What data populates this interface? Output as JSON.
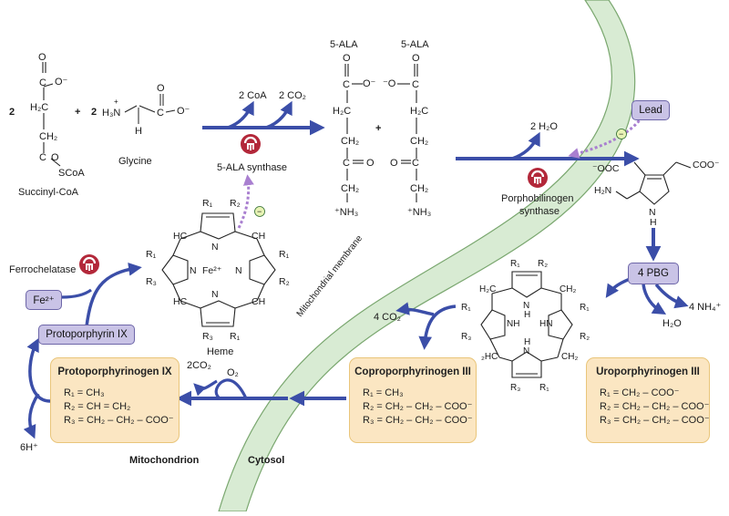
{
  "reactants": {
    "coef_succ": "2",
    "plus1": "+",
    "coef_gly": "2",
    "succinyl_coa": "Succinyl-CoA",
    "glycine": "Glycine"
  },
  "ala_step": {
    "co2": "2 CO₂",
    "coa": "2 CoA",
    "enzyme": "5-ALA synthase"
  },
  "ala_products": {
    "ala1": "5-ALA",
    "ala2": "5-ALA",
    "plus": "+"
  },
  "pbg_step": {
    "water": "2 H₂O",
    "lead": "Lead",
    "enzyme_l1": "Porphobilinogen",
    "enzyme_l2": "synthase"
  },
  "pbg": {
    "label": "4 PBG",
    "nh4": "4 NH₄⁺",
    "water": "H₂O"
  },
  "membrane": {
    "label": "Mitochondrial membrane"
  },
  "regions": {
    "mito": "Mitochondrion",
    "cyto": "Cytosol"
  },
  "heme": {
    "label": "Heme",
    "fe": "Fe²⁺"
  },
  "ferro": {
    "enzyme": "Ferrochelatase",
    "fe_box": "Fe²⁺",
    "proto_box": "Protoporphyrin IX",
    "protons": "6H⁺"
  },
  "copro_step": {
    "co2": "4 CO₂"
  },
  "proto_step": {
    "co2": "2CO₂",
    "o2": "O₂"
  },
  "boxes": {
    "protoporphyrinogen": {
      "title": "Protoporphyrinogen IX",
      "r1": "R₁ = CH₃",
      "r2": "R₂ = CH = CH₂",
      "r3": "R₃ = CH₂ – CH₂ – COO⁻"
    },
    "coproporphyrinogen": {
      "title": "Coproporphyrinogen III",
      "r1": "R₁ = CH₃",
      "r2": "R₂ = CH₂ – CH₂ – COO⁻",
      "r3": "R₃ = CH₂ – CH₂ – COO⁻"
    },
    "uroporphyrinogen": {
      "title": "Uroporphyrinogen III",
      "r1": "R₁ = CH₂ – COO⁻",
      "r2": "R₂ = CH₂ – CH₂ – COO⁻",
      "r3": "R₃ = CH₂ – CH₂ – COO⁻"
    }
  },
  "colors": {
    "arrow": "#3b4ea8",
    "inhibit": "#a97fd0",
    "enzyme": "#b3283a",
    "membrane": "#d8ebd3",
    "box_fill": "#fbe6c2",
    "pill_fill": "#c9c3e6"
  }
}
